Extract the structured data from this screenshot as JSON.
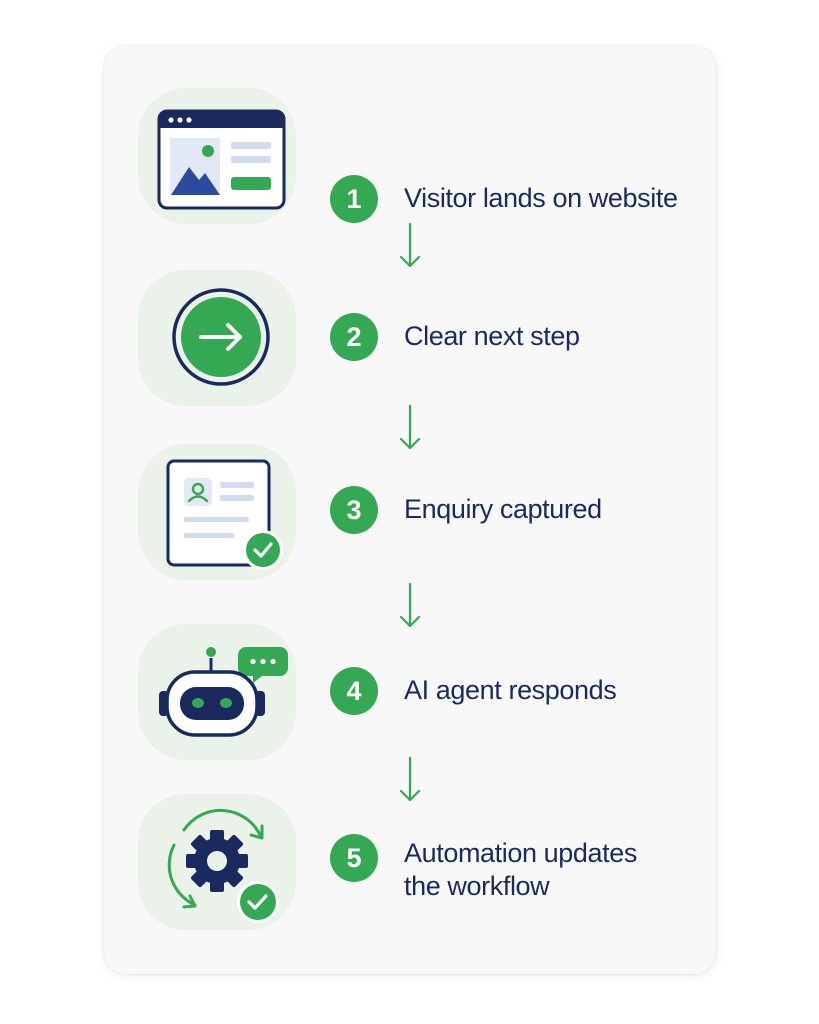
{
  "colors": {
    "navy": "#1a2a5e",
    "green": "#34a853",
    "blob": "#eaf2ea",
    "card": "#f7f8f7"
  },
  "steps": [
    {
      "number": "1",
      "label": "Visitor lands on website",
      "icon": "browser-window-icon"
    },
    {
      "number": "2",
      "label": "Clear next step",
      "icon": "arrow-circle-icon"
    },
    {
      "number": "3",
      "label": "Enquiry captured",
      "icon": "contact-form-check-icon"
    },
    {
      "number": "4",
      "label": "AI agent responds",
      "icon": "robot-chat-icon"
    },
    {
      "number": "5",
      "label_line1": "Automation updates",
      "label_line2": "the workflow",
      "icon": "gear-cycle-check-icon"
    }
  ]
}
